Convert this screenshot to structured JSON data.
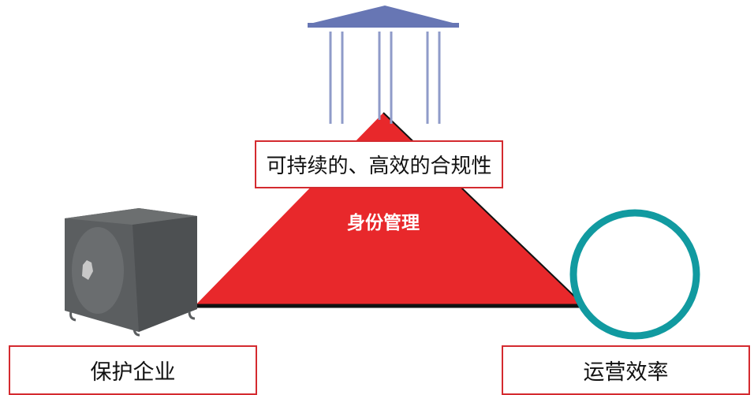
{
  "diagram": {
    "top_label": "可持续的、高效的合规性",
    "center_label": "身份管理",
    "left_label": "保护企业",
    "right_label": "运营效率"
  },
  "colors": {
    "triangle": "#e8282b",
    "border": "#d42a2f",
    "pillars": "#8f9bc9",
    "roof": "#6776b4",
    "safe": "#5c5f60",
    "ring": "#119aa0",
    "base": "#111111"
  },
  "icons": [
    "columns-icon",
    "safe-icon",
    "ring-icon"
  ]
}
